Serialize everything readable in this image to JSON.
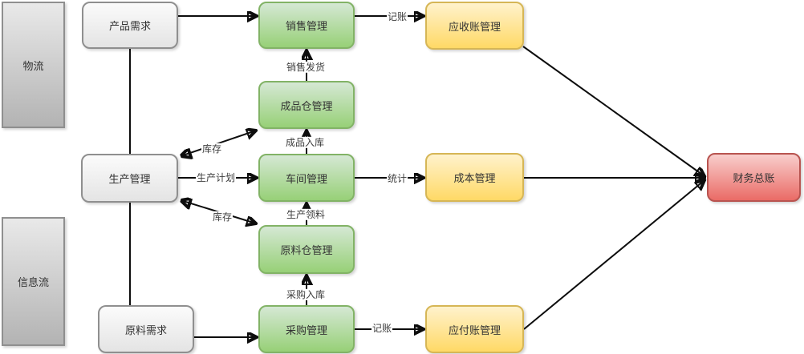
{
  "lanes": {
    "logistics": {
      "label": "物流"
    },
    "information_flow": {
      "label": "信息流"
    }
  },
  "nodes": {
    "product_demand": {
      "label": "产品需求"
    },
    "production_management": {
      "label": "生产管理"
    },
    "material_demand": {
      "label": "原料需求"
    },
    "sales_management": {
      "label": "销售管理"
    },
    "finished_goods_warehouse": {
      "label": "成品仓管理"
    },
    "workshop_management": {
      "label": "车间管理"
    },
    "raw_material_warehouse": {
      "label": "原料仓管理"
    },
    "purchasing_management": {
      "label": "采购管理"
    },
    "accounts_receivable": {
      "label": "应收账管理"
    },
    "cost_management": {
      "label": "成本管理"
    },
    "accounts_payable": {
      "label": "应付账管理"
    },
    "general_ledger": {
      "label": "财务总账"
    }
  },
  "edge_labels": {
    "bookkeeping_top": "记账",
    "sales_shipping": "销售发货",
    "finished_goods_inbound": "成品入库",
    "inventory_upper": "库存",
    "production_plan": "生产计划",
    "statistics": "统计",
    "inventory_lower": "库存",
    "production_picking": "生产领料",
    "purchase_inbound": "采购入库",
    "bookkeeping_bottom": "记账"
  },
  "colors": {
    "green_fill_top": "#d5e8d4",
    "green_fill_bottom": "#97d077",
    "green_border": "#82b366",
    "yellow_fill_top": "#fff2cc",
    "yellow_fill_bottom": "#ffd966",
    "yellow_border": "#d6b656",
    "red_fill_top": "#f8cecc",
    "red_fill_bottom": "#ea6b66",
    "red_border": "#b85450",
    "white_fill_top": "#fbfbfb",
    "white_fill_bottom": "#e4e4e4",
    "lane_fill_top": "#e9e9e9",
    "lane_fill_bottom": "#b3b3b3",
    "gray_border": "#8f8f8f",
    "line": "#0d0d0d",
    "text": "#333333"
  }
}
